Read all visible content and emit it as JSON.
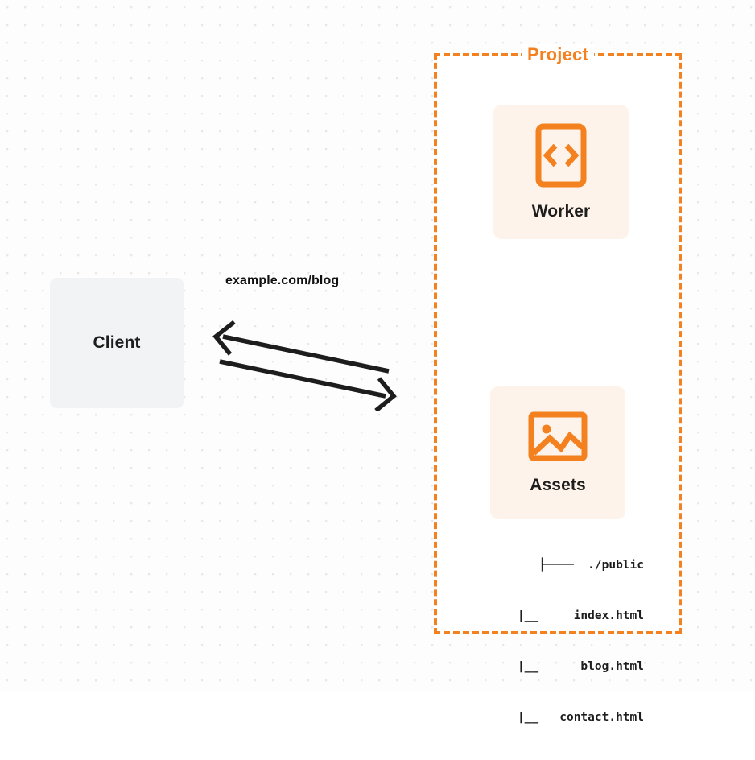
{
  "diagram": {
    "title": "Worker with static assets request flow",
    "background": {
      "style": "dot-grid",
      "dot_color": "#e8e8e8",
      "page_color": "#fdfdfd"
    },
    "colors": {
      "accent_orange": "#f48120",
      "card_background": "#fdf3ea",
      "client_background": "#f2f3f4",
      "text_dark": "#1d1d1d",
      "container_background": "#ffffff"
    },
    "client": {
      "label": "Client",
      "name": "client-node"
    },
    "edge": {
      "label": "example.com/blog",
      "request_direction": "client-to-project",
      "response_direction": "project-to-client",
      "stroke": "#1d1d1d",
      "stroke_width": 5
    },
    "project": {
      "label": "Project",
      "border_style": "dashed",
      "border_color": "#f48120"
    },
    "resources": [
      {
        "id": "worker",
        "label": "Worker",
        "icon": "code-brackets-icon"
      },
      {
        "id": "assets",
        "label": "Assets",
        "icon": "image-picture-icon"
      }
    ],
    "asset_tree": {
      "root": "./public",
      "lines": [
        "├────  ./public",
        "|__     index.html",
        "|__      blog.html",
        "|__   contact.html"
      ],
      "files": [
        "index.html",
        "blog.html",
        "contact.html"
      ]
    }
  }
}
